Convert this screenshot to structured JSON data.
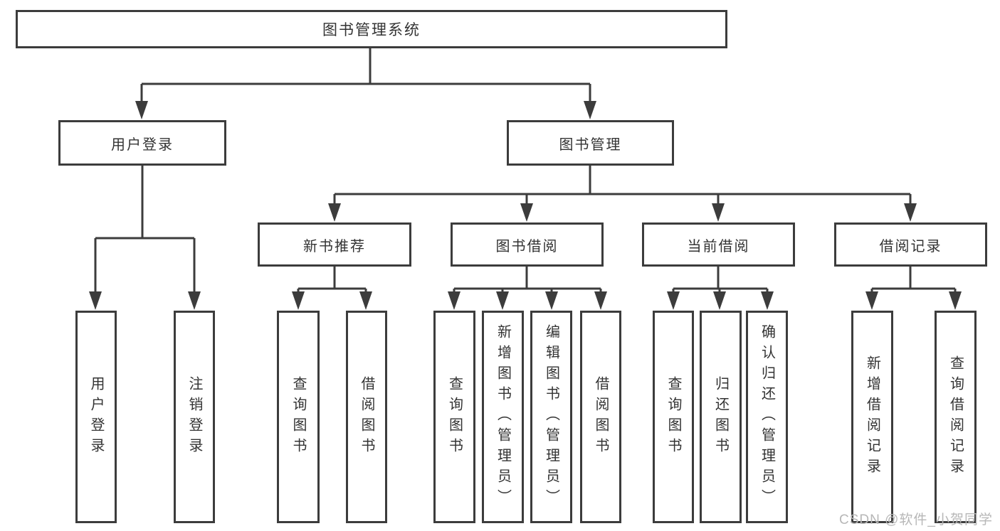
{
  "nodes": {
    "root": {
      "label": "图书管理系统"
    },
    "user_login": {
      "label": "用户登录"
    },
    "book_management": {
      "label": "图书管理"
    },
    "new_book_recommend": {
      "label": "新书推荐"
    },
    "book_borrow": {
      "label": "图书借阅"
    },
    "current_borrow": {
      "label": "当前借阅"
    },
    "borrow_records": {
      "label": "借阅记录"
    },
    "leaf_user_login": {
      "label": "用户登录"
    },
    "leaf_logout": {
      "label": "注销登录"
    },
    "leaf_recommend_query_books": {
      "label": "查询图书"
    },
    "leaf_recommend_borrow_books": {
      "label": "借阅图书"
    },
    "leaf_borrow_query_books": {
      "label": "查询图书"
    },
    "leaf_borrow_add_books": {
      "label": "新增图书（管理员）"
    },
    "leaf_borrow_edit_books": {
      "label": "编辑图书（管理员）"
    },
    "leaf_borrow_borrow_books": {
      "label": "借阅图书"
    },
    "leaf_current_query_books": {
      "label": "查询图书"
    },
    "leaf_current_return_books": {
      "label": "归还图书"
    },
    "leaf_current_confirm_return": {
      "label": "确认归还（管理员）"
    },
    "leaf_records_add": {
      "label": "新增借阅记录"
    },
    "leaf_records_query": {
      "label": "查询借阅记录"
    }
  },
  "watermark": {
    "label": "CSDN @软件_小贺同学"
  },
  "colors": {
    "line": "#3c3c3c",
    "text": "#333333",
    "watermark": "#b7b7b7",
    "background": "#ffffff"
  }
}
